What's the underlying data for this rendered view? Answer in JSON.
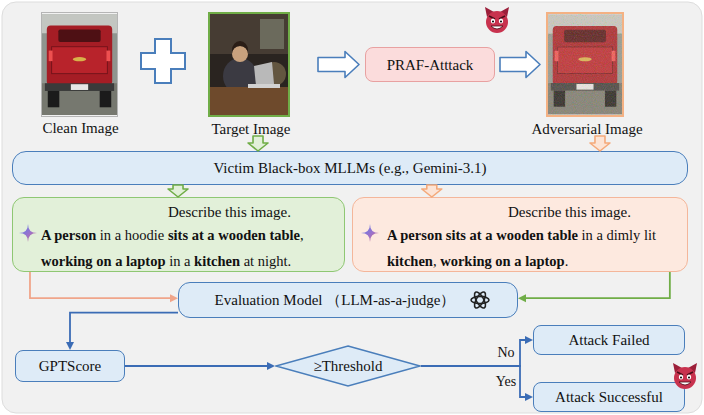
{
  "diagram": {
    "nodes": [
      {
        "text": [
          "Clean Image"
        ]
      },
      {
        "text": [
          "Target Image"
        ]
      },
      {
        "text": [
          "PRAF-Atttack"
        ]
      },
      {
        "text": [
          "Adversarial Image"
        ]
      },
      {
        "text": [
          "Victim Black-box MLLMs (e.g., Gemini-3.1)"
        ]
      },
      {
        "text": [
          "Describe this image.",
          "A person in a hoodie sits at a wooden table, working on a laptop in a kitchen at night."
        ]
      },
      {
        "text": [
          "Describe this image.",
          "A person sits at a wooden table in a dimly lit kitchen, working on a laptop."
        ]
      },
      {
        "text": [
          "Evaluation Model （LLM-as-a-judge）"
        ]
      },
      {
        "text": [
          "GPTScore"
        ]
      },
      {
        "text": [
          "≥Threshold"
        ]
      },
      {
        "text": [
          "Attack Failed"
        ]
      },
      {
        "text": [
          "Attack Successful"
        ]
      }
    ],
    "edges": [
      {
        "from": 1,
        "to": 2,
        "arrow": "to"
      },
      {
        "from": 2,
        "to": 3,
        "arrow": "to"
      },
      {
        "from": 1,
        "to": 4,
        "arrow": "to"
      },
      {
        "from": 3,
        "to": 4,
        "arrow": "to"
      },
      {
        "from": 4,
        "to": 5,
        "arrow": "to"
      },
      {
        "from": 4,
        "to": 6,
        "arrow": "to"
      },
      {
        "from": 5,
        "to": 7,
        "arrow": "to"
      },
      {
        "from": 6,
        "to": 7,
        "arrow": "to"
      },
      {
        "from": 7,
        "to": 8,
        "arrow": "to"
      },
      {
        "from": 8,
        "to": 9,
        "arrow": "to"
      },
      {
        "from": 9,
        "to": 10,
        "label": "No",
        "arrow": "to"
      },
      {
        "from": 9,
        "to": 11,
        "label": "Yes",
        "arrow": "to"
      }
    ]
  }
}
